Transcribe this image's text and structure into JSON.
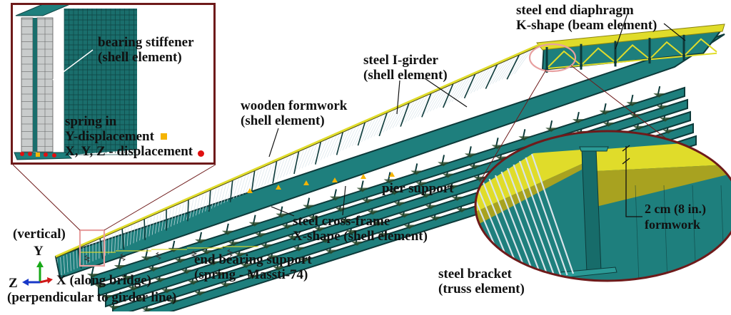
{
  "figure": {
    "title": "Finite element model of steel I-girder bridge",
    "colors": {
      "steel": "#1e7f7d",
      "steel_dark": "#0d3a3a",
      "formwork": "#e0dc2a",
      "formwork_shade": "#a8a220",
      "bracket": "#d8e4ea",
      "stiffener": "#c9cccc",
      "frame": "#6e1a1a",
      "highlight": "#e8a0a0",
      "spring_y": "#f5b400",
      "spring_xyz": "#e01010",
      "pier": "#f5b400",
      "axis_x": "#d01818",
      "axis_y": "#18a818",
      "axis_z": "#1838c8"
    }
  },
  "inset_left": {
    "label_stiffener": [
      "bearing stiffener",
      "(shell element)"
    ],
    "legend": {
      "title": "spring in",
      "items": [
        {
          "label": "Y-displacement",
          "marker": "square",
          "color": "#f5b400"
        },
        {
          "label": "X, Y, Z - displacement",
          "marker": "circle",
          "color": "#e01010"
        }
      ]
    }
  },
  "labels": {
    "steel_end_diaphragm": [
      "steel end diaphragm",
      "K-shape (beam element)"
    ],
    "steel_i_girder": [
      "steel I-girder",
      "(shell element)"
    ],
    "wooden_formwork": [
      "wooden formwork",
      "(shell element)"
    ],
    "pier_support": [
      "pier support"
    ],
    "steel_cross_frame": [
      "steel cross-frame",
      "X-shape (shell element)"
    ],
    "end_bearing_support": [
      "end bearing support",
      "(spring - Massti-74)"
    ],
    "steel_bracket": [
      "steel bracket",
      "(truss element)"
    ],
    "formwork_thickness": [
      "2 cm (8 in.)",
      "formwork"
    ]
  },
  "axes": {
    "y_note": "(vertical)",
    "y": "Y",
    "z": "Z",
    "x": "X (along bridge)",
    "z_note": "(perpendicular to girder line)"
  }
}
